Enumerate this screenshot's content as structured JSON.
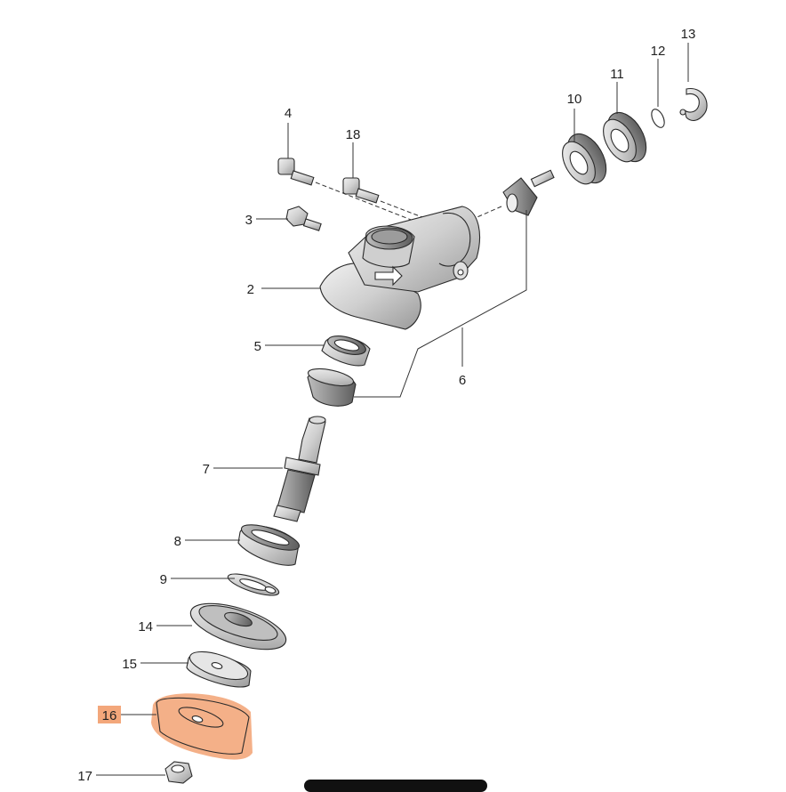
{
  "diagram": {
    "type": "exploded-parts-view",
    "highlight_color": "#f3a77b",
    "callouts": [
      {
        "id": "c2",
        "label": "2"
      },
      {
        "id": "c3",
        "label": "3"
      },
      {
        "id": "c4",
        "label": "4"
      },
      {
        "id": "c5",
        "label": "5"
      },
      {
        "id": "c6",
        "label": "6"
      },
      {
        "id": "c7",
        "label": "7"
      },
      {
        "id": "c8",
        "label": "8"
      },
      {
        "id": "c9",
        "label": "9"
      },
      {
        "id": "c10",
        "label": "10"
      },
      {
        "id": "c11",
        "label": "11"
      },
      {
        "id": "c12",
        "label": "12"
      },
      {
        "id": "c13",
        "label": "13"
      },
      {
        "id": "c14",
        "label": "14"
      },
      {
        "id": "c15",
        "label": "15"
      },
      {
        "id": "c16",
        "label": "16"
      },
      {
        "id": "c17",
        "label": "17"
      },
      {
        "id": "c18",
        "label": "18"
      }
    ]
  }
}
